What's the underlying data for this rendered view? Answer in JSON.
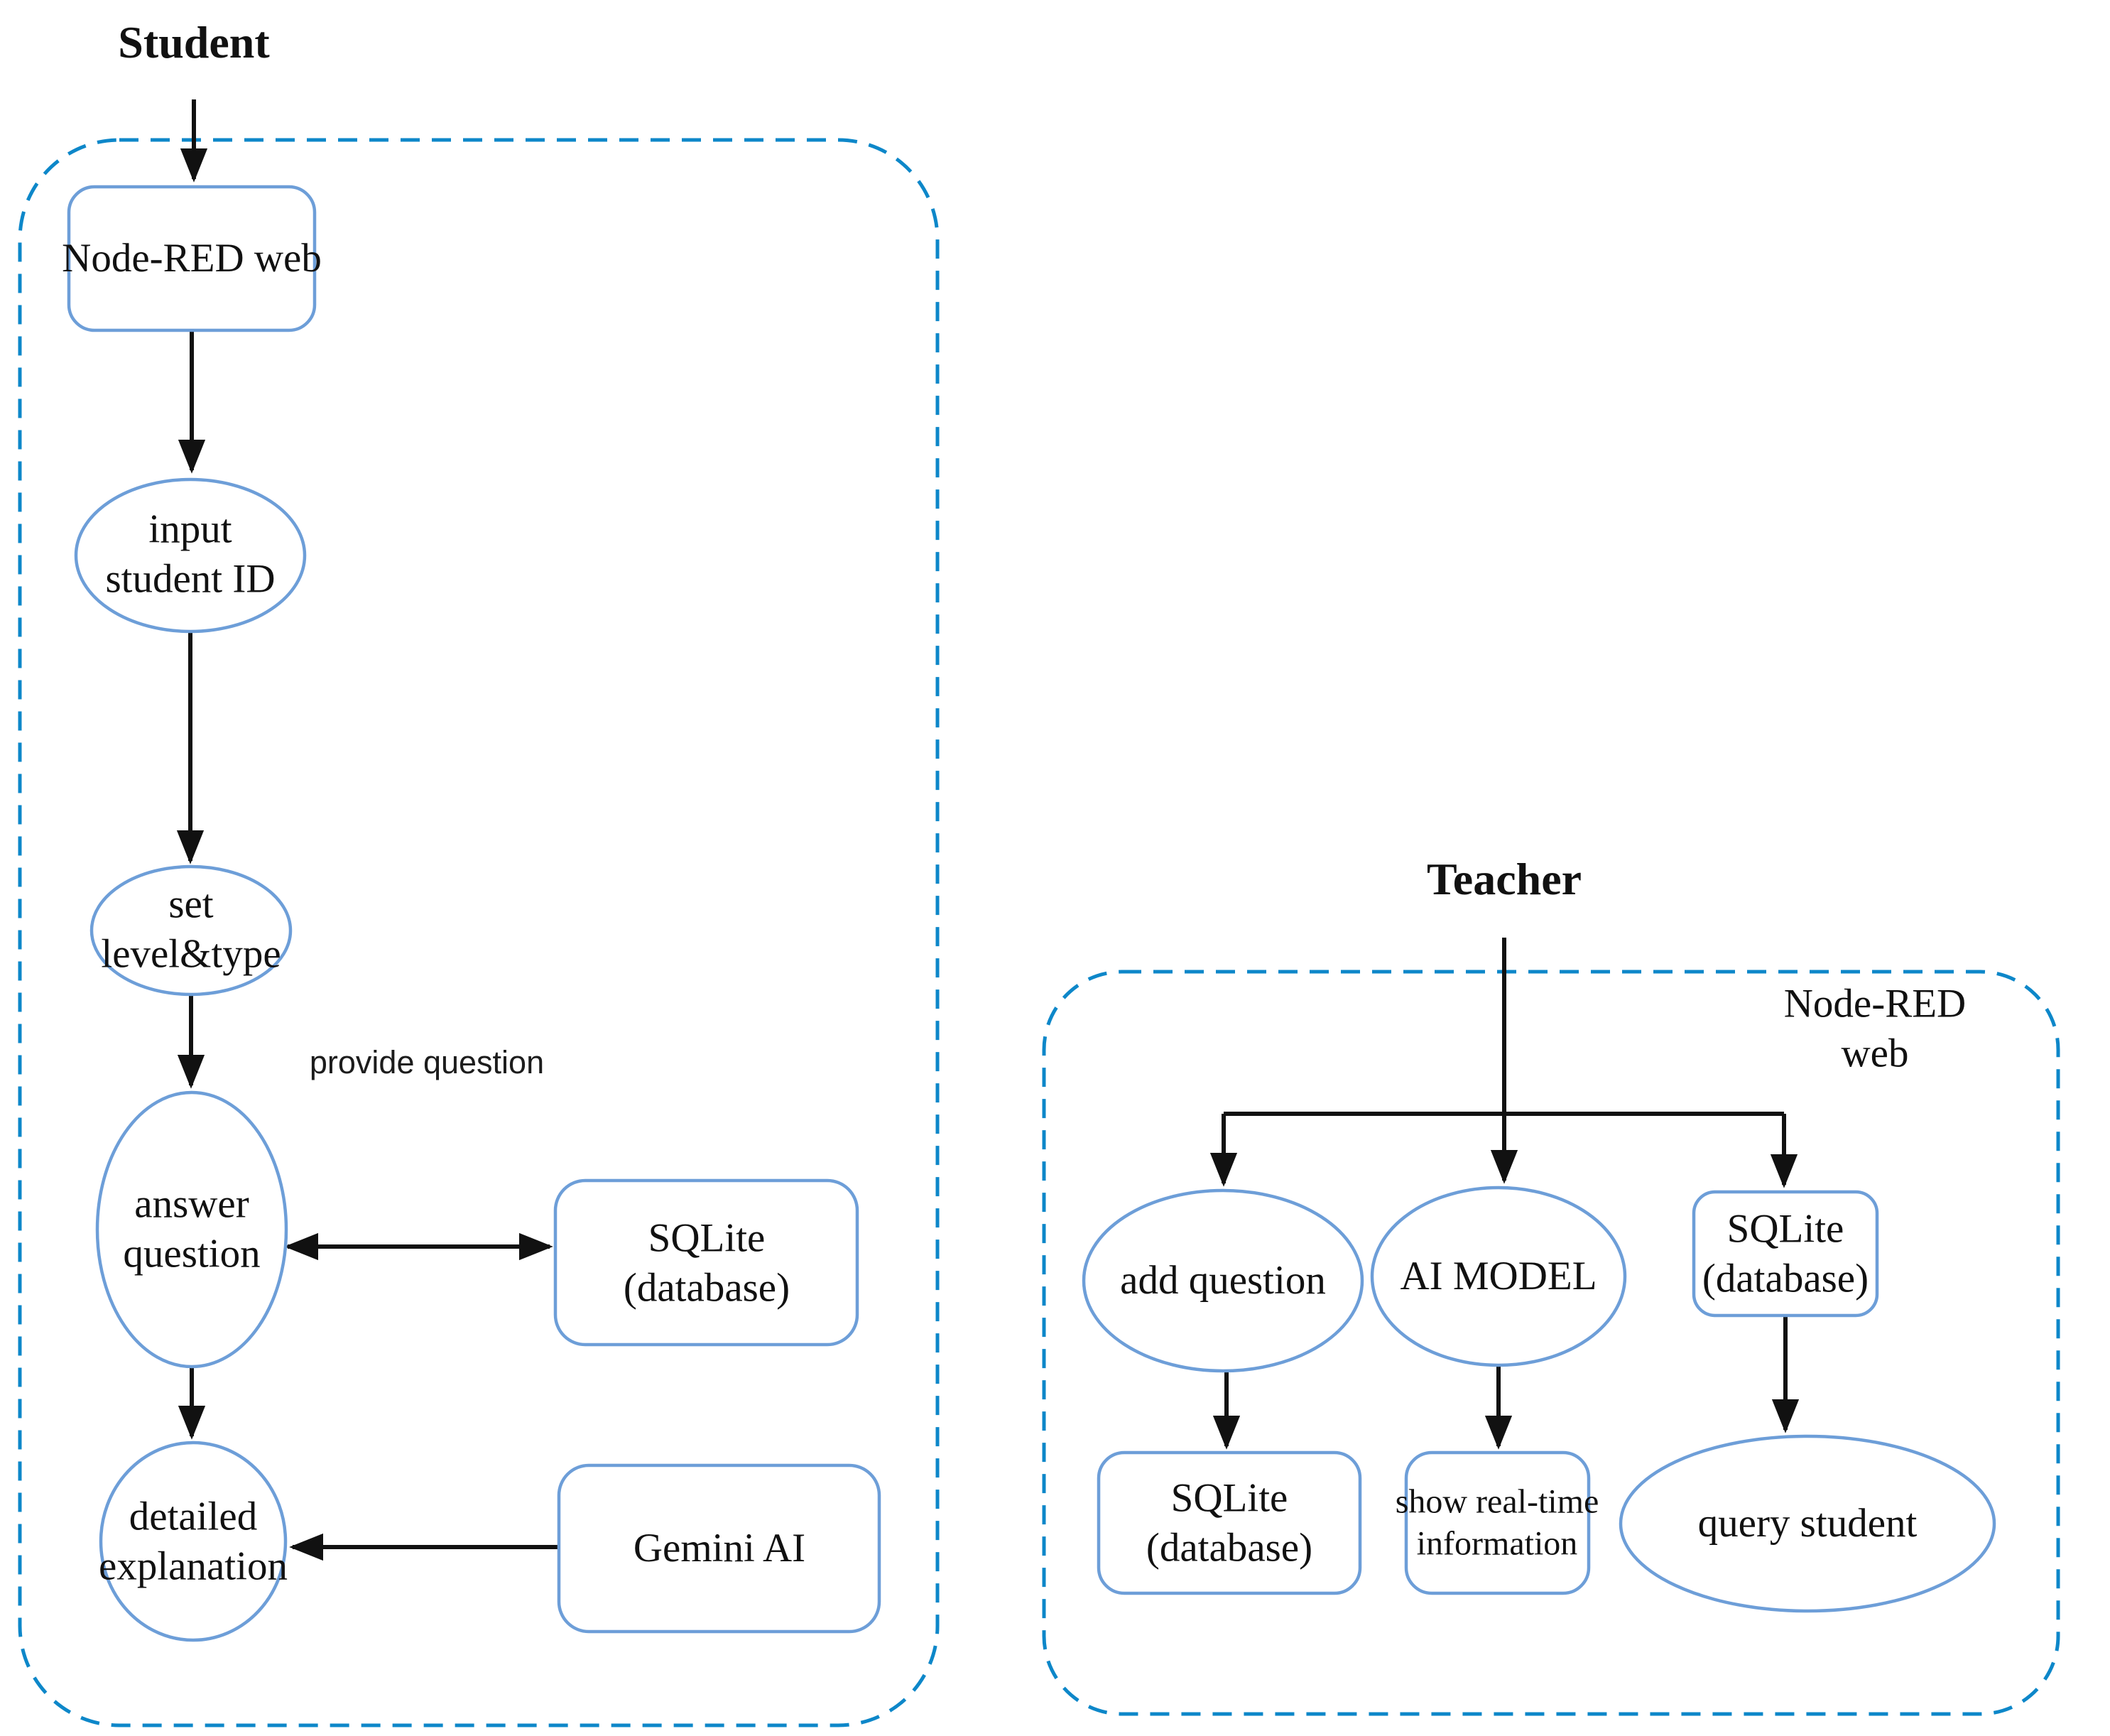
{
  "diagram": {
    "colors": {
      "container_border": "#0d87c9",
      "node_border": "#6d9ed8",
      "arrow": "#111111",
      "text": "#111111"
    },
    "student_flow": {
      "title": "Student",
      "nodes": {
        "node_red_web": "Node-RED web",
        "input_student_id": "input\nstudent ID",
        "set_level_type": "set\nlevel&type",
        "answer_question": "answer\nquestion",
        "sqlite_db": "SQLite\n(database)",
        "detailed_explanation": "detailed\nexplanation",
        "gemini_ai": "Gemini AI"
      },
      "edge_label": "provide question"
    },
    "teacher_flow": {
      "title": "Teacher",
      "container_label": "Node-RED web",
      "nodes": {
        "add_question": "add question",
        "ai_model": "AI MODEL",
        "sqlite_db_top": "SQLite\n(database)",
        "sqlite_db_bottom": "SQLite\n(database)",
        "show_realtime": "show real-time\ninformation",
        "query_student": "query student"
      }
    }
  }
}
